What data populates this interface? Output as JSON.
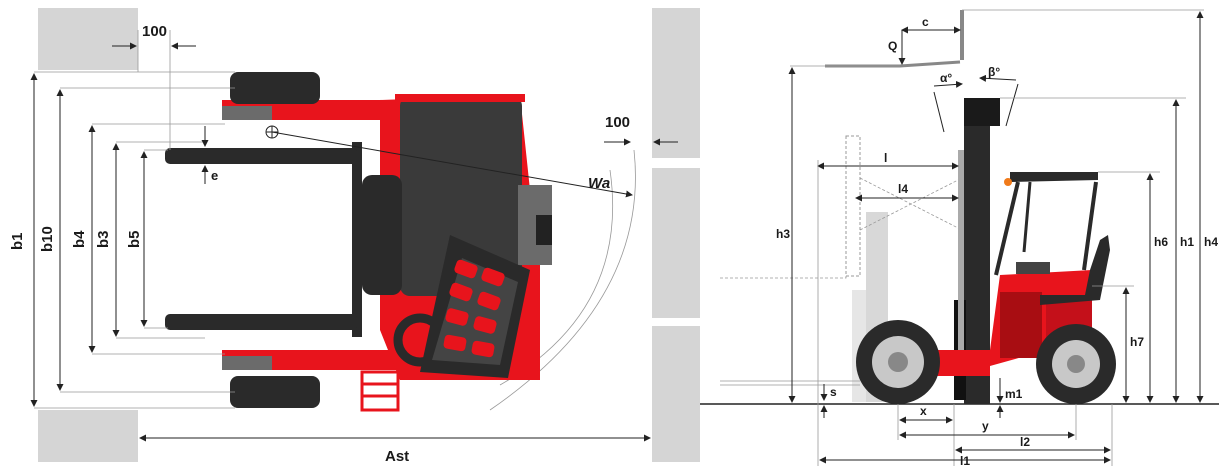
{
  "colors": {
    "red": "#e8141c",
    "dark_red": "#a80d12",
    "charcoal": "#2a2a2a",
    "grey": "#6b6b6b",
    "light_grey": "#d0d0d0",
    "wall": "#d5d5d5"
  },
  "top_view": {
    "labels": {
      "b1": "b1",
      "b10": "b10",
      "b4": "b4",
      "b3": "b3",
      "b5": "b5",
      "e": "e",
      "clearance_left": "100",
      "clearance_right": "100",
      "wa": "Wa",
      "ast": "Ast"
    }
  },
  "side_view": {
    "labels": {
      "c": "c",
      "q": "Q",
      "alpha": "α°",
      "beta": "β°",
      "l": "l",
      "l4": "l4",
      "h3": "h3",
      "h6": "h6",
      "h1": "h1",
      "h4": "h4",
      "h7": "h7",
      "s": "s",
      "m1": "m1",
      "x": "x",
      "y": "y",
      "l2": "l2",
      "l1": "l1"
    }
  }
}
